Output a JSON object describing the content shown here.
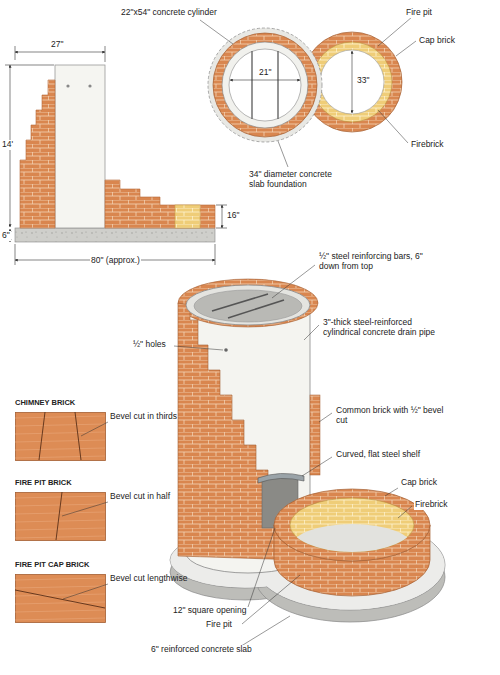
{
  "diagram": {
    "nodes": [
      {
        "text": [
          "CHIMNEY BRICK",
          "Bevel cut in thirds"
        ]
      },
      {
        "text": [
          "FIRE PIT BRICK",
          "Bevel cut in half"
        ]
      },
      {
        "text": [
          "FIRE PIT CAP BRICK",
          "Bevel cut lengthwise"
        ]
      }
    ],
    "labels": [
      "27\"",
      "14'",
      "16\"",
      "6\"",
      "80\" (approx.)",
      "22\"x54\" concrete cylinder",
      "Fire pit",
      "Cap brick",
      "21\"",
      "33\"",
      "Firebrick",
      "34\" diameter concrete slab foundation",
      "½\" steel reinforcing bars, 6\" down from top",
      "3\"-thick steel-reinforced cylindrical concrete drain pipe",
      "½\" holes",
      "Common brick with ½\" bevel cut",
      "Curved, flat steel shelf",
      "Cap brick",
      "Firebrick",
      "12\" square opening",
      "Fire pit",
      "6\" reinforced concrete slab"
    ]
  }
}
